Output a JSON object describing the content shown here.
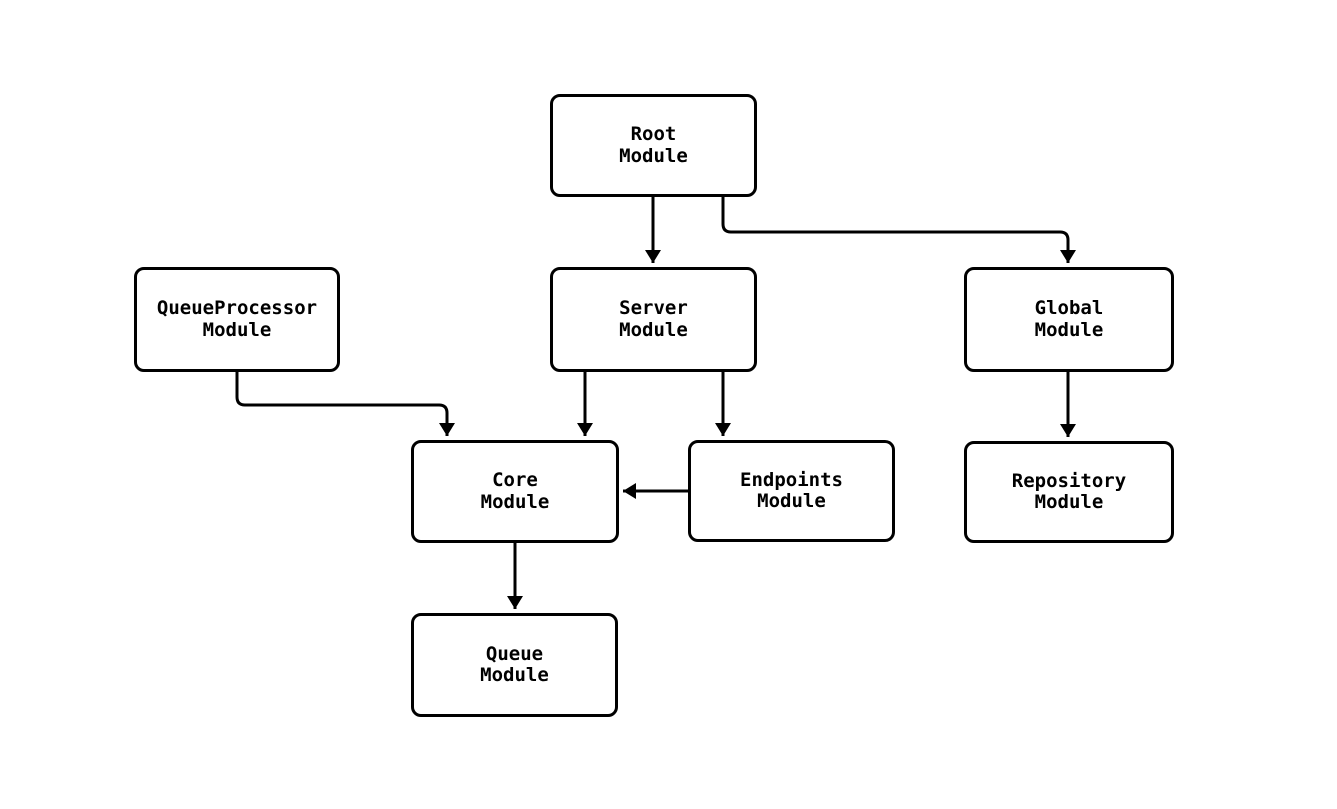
{
  "diagram": {
    "background_color": "#ffffff",
    "box_fill_color": "#ffffff",
    "line_color": "#000000",
    "text_color": "#000000",
    "nodes": [
      {
        "id": "root",
        "line1": "Root",
        "line2": "Module"
      },
      {
        "id": "queueprocessor",
        "line1": "QueueProcessor",
        "line2": "Module"
      },
      {
        "id": "server",
        "line1": "Server",
        "line2": "Module"
      },
      {
        "id": "global",
        "line1": "Global",
        "line2": "Module"
      },
      {
        "id": "core",
        "line1": "Core",
        "line2": "Module"
      },
      {
        "id": "endpoints",
        "line1": "Endpoints",
        "line2": "Module"
      },
      {
        "id": "repository",
        "line1": "Repository",
        "line2": "Module"
      },
      {
        "id": "queue",
        "line1": "Queue",
        "line2": "Module"
      }
    ],
    "edges": [
      {
        "from": "Root Module",
        "to": "Server Module"
      },
      {
        "from": "Root Module",
        "to": "Global Module"
      },
      {
        "from": "QueueProcessor Module",
        "to": "Core Module"
      },
      {
        "from": "Server Module",
        "to": "Core Module"
      },
      {
        "from": "Server Module",
        "to": "Endpoints Module"
      },
      {
        "from": "Endpoints Module",
        "to": "Core Module"
      },
      {
        "from": "Global Module",
        "to": "Repository Module"
      },
      {
        "from": "Core Module",
        "to": "Queue Module"
      }
    ]
  }
}
